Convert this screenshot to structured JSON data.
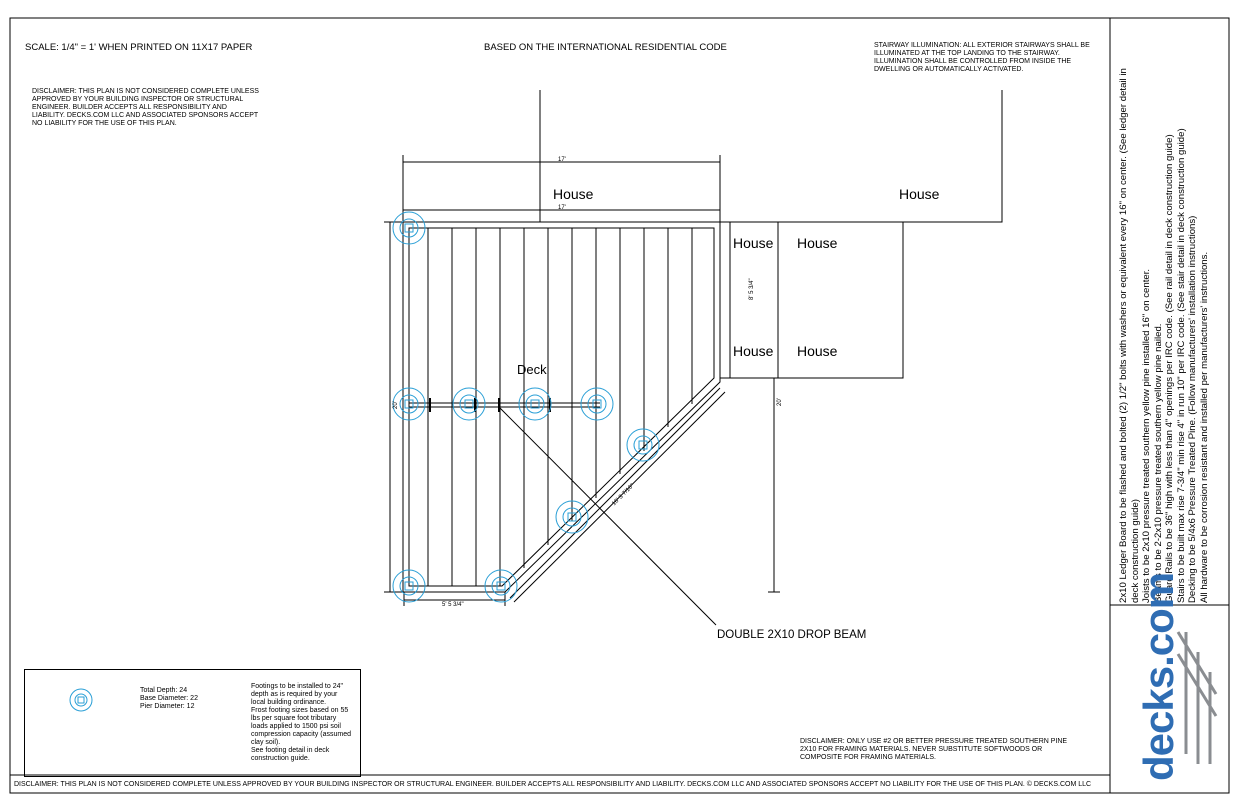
{
  "header": {
    "scale": "SCALE:  1/4\" = 1' WHEN PRINTED ON 11X17 PAPER",
    "code": "BASED ON THE INTERNATIONAL RESIDENTIAL CODE",
    "stair_illumination": [
      "STAIRWAY ILLUMINATION:  ALL EXTERIOR STAIRWAYS SHALL BE",
      "ILLUMINATED AT THE TOP LANDING TO THE STAIRWAY.",
      "ILLUMINATION SHALL BE CONTROLLED FROM INSIDE THE",
      "DWELLING OR AUTOMATICALLY ACTIVATED."
    ],
    "disclaimer": [
      "DISCLAIMER:  THIS PLAN IS NOT CONSIDERED COMPLETE UNLESS",
      "APPROVED BY YOUR BUILDING INSPECTOR OR STRUCTURAL",
      "ENGINEER.  BUILDER ACCEPTS ALL RESPONSIBILITY AND",
      "LIABILITY.  DECKS.COM LLC AND ASSOCIATED SPONSORS ACCEPT",
      "NO LIABILITY FOR THE USE OF THIS PLAN."
    ]
  },
  "plan": {
    "house_label": "House",
    "deck_label": "Deck",
    "beam_label": "DOUBLE 2X10 DROP BEAM",
    "dim_top_outer": "17'",
    "dim_top_inner": "17'",
    "dim_left": "20'",
    "dim_right_inner": "8' 5 3/4\"",
    "dim_right_outer": "20'",
    "dim_diagonal": "16' 3 7/16\"",
    "dim_bottom": "5' 5 3/4\""
  },
  "legend": {
    "total_depth": "Total Depth: 24",
    "base_diameter": "Base Diameter: 22",
    "pier_diameter": "Pier Diameter: 12",
    "footing_notes": [
      "Footings to be installed to 24\"",
      "depth as is required by your",
      "local building ordinance.",
      "Frost footing sizes based on 55",
      "lbs per square foot tributary",
      "loads applied to 1500 psi soil",
      "compression capacity (assumed",
      "clay soil).",
      "See footing detail in deck",
      "construction guide."
    ]
  },
  "material_disclaimer": [
    "DISCLAIMER:  ONLY USE #2 OR BETTER PRESSURE TREATED SOUTHERN PINE",
    "2X10 FOR FRAMING MATERIALS.  NEVER SUBSTITUTE SOFTWOODS OR",
    "COMPOSITE FOR FRAMING MATERIALS."
  ],
  "footer_disclaimer": "DISCLAIMER:  THIS PLAN IS NOT CONSIDERED COMPLETE UNLESS APPROVED BY YOUR BUILDING INSPECTOR OR STRUCTURAL ENGINEER.  BUILDER ACCEPTS ALL RESPONSIBILITY AND LIABILITY.  DECKS.COM LLC AND ASSOCIATED SPONSORS ACCEPT NO LIABILITY FOR THE USE OF THIS PLAN. © DECKS.COM LLC",
  "notes": [
    "2x10 Ledger Board to be flashed and bolted (2) 1/2\" bolts with washers or equivalent every 16\" on center.  (See ledger detail in",
    "deck construction guide)",
    "Joists to be 2x10 pressure treated southern yellow pine installed 16\" on center.",
    "Beams to be 2-2x10 pressure treated southern yellow pine nailed.",
    "Guard Rails to be 36\" high with less than 4\" openings per IRC code.   (See rail detail in deck construction guide)",
    "Stairs to be built max rise 7-3/4\" min rise 4\" in run 10\" per IRC code.  (See stair detail in deck construction guide)",
    "Decking to be 5/4x6 Pressure Treated Pine.  (Follow manufacturers' installation instructions)",
    "All hardware to be corrosion resistant and installed per manufacturers' instructions."
  ],
  "logo": {
    "text": "decks.com",
    "color": "#2f6db3"
  },
  "colors": {
    "footing": "#2a9fd6",
    "line": "#000000"
  }
}
